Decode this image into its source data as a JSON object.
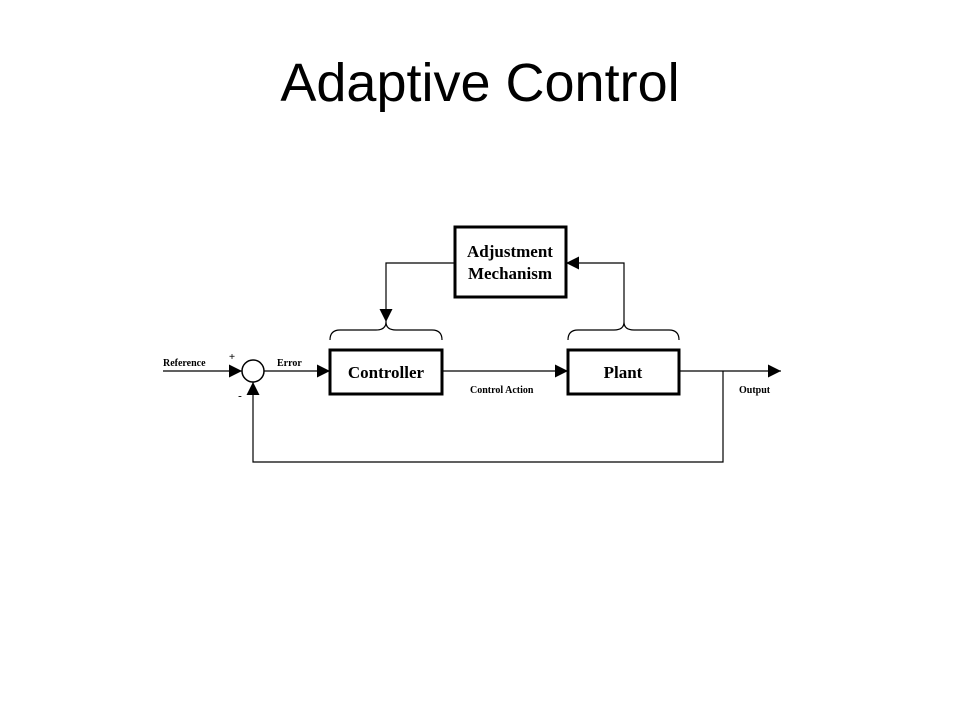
{
  "slide": {
    "title": "Adaptive Control"
  },
  "diagram": {
    "blocks": {
      "adjustment_line1": "Adjustment",
      "adjustment_line2": "Mechanism",
      "controller": "Controller",
      "plant": "Plant"
    },
    "signals": {
      "reference": "Reference",
      "error": "Error",
      "control_action": "Control Action",
      "output": "Output"
    },
    "summing_junction": {
      "plus": "+",
      "minus": "-"
    }
  }
}
